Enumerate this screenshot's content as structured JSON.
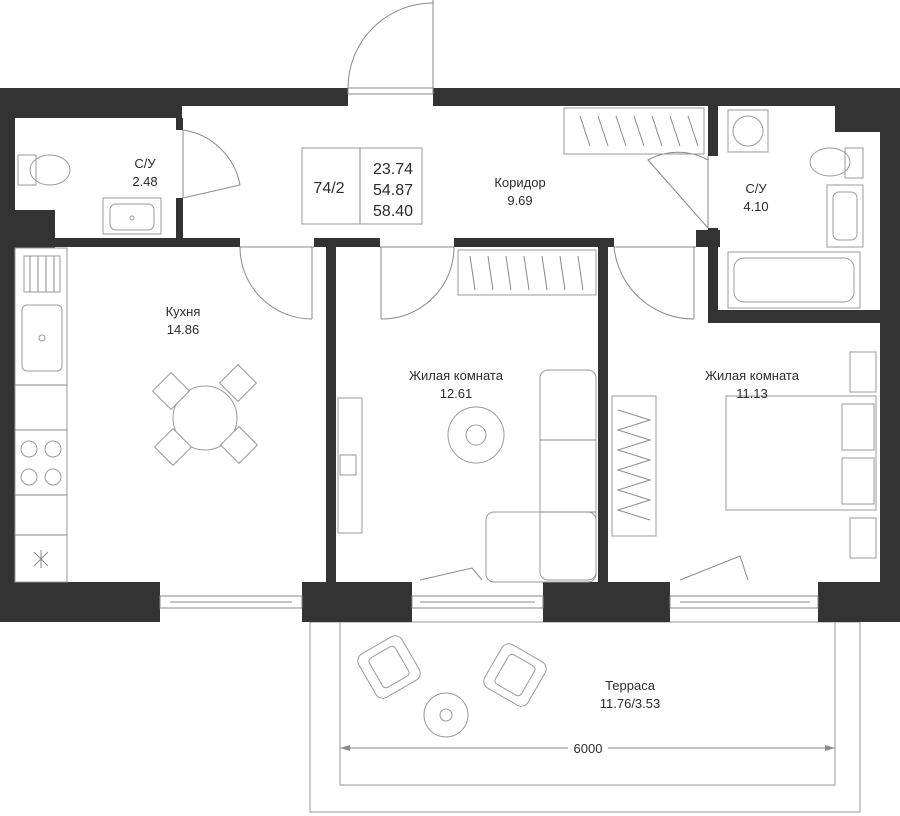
{
  "apartment": {
    "number": "74/2",
    "areas": [
      "23.74",
      "54.87",
      "58.40"
    ]
  },
  "rooms": {
    "bath_left": {
      "name": "С/У",
      "area": "2.48"
    },
    "corridor": {
      "name": "Коридор",
      "area": "9.69"
    },
    "bath_right": {
      "name": "С/У",
      "area": "4.10"
    },
    "kitchen": {
      "name": "Кухня",
      "area": "14.86"
    },
    "living_1": {
      "name": "Жилая комната",
      "area": "12.61"
    },
    "living_2": {
      "name": "Жилая комната",
      "area": "11.13"
    },
    "terrace": {
      "name": "Терраса",
      "area": "11.76/3.53"
    }
  },
  "dimension": {
    "width": "6000"
  }
}
